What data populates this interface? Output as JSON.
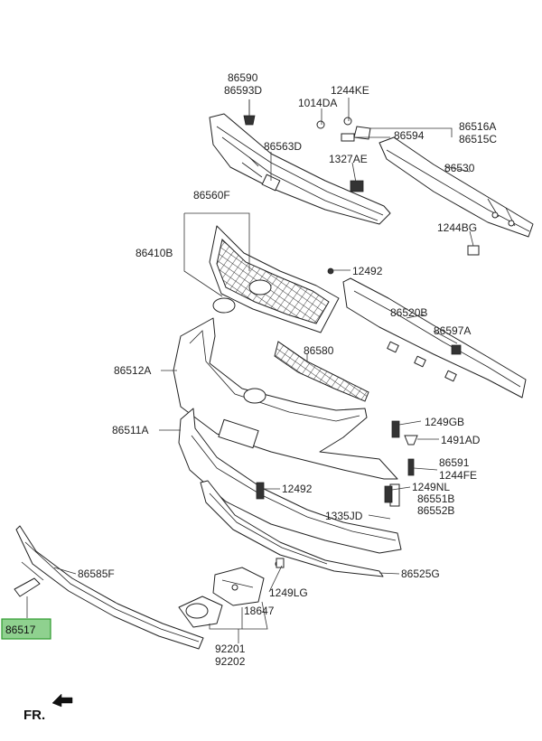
{
  "diagram": {
    "front_marker": "FR.",
    "highlight_color": "#8fd18f",
    "highlight_border": "#2e9b2e",
    "highlighted_part": "86517",
    "labels": {
      "p86590": "86590",
      "p86593D": "86593D",
      "p1244KE": "1244KE",
      "p1014DA": "1014DA",
      "p86516A": "86516A",
      "p86594": "86594",
      "p86515C": "86515C",
      "p86563D": "86563D",
      "p1327AE": "1327AE",
      "p86530": "86530",
      "p86560F": "86560F",
      "p1244BG": "1244BG",
      "p86410B": "86410B",
      "p12492a": "12492",
      "p86520B": "86520B",
      "p86597A": "86597A",
      "p86580": "86580",
      "p86512A": "86512A",
      "p1249GB": "1249GB",
      "p86511A": "86511A",
      "p1491AD": "1491AD",
      "p86591": "86591",
      "p1244FE": "1244FE",
      "p12492b": "12492",
      "p1249NL": "1249NL",
      "p86551B": "86551B",
      "p86552B": "86552B",
      "p1335JD": "1335JD",
      "p86585F": "86585F",
      "p86525G": "86525G",
      "p1249LG": "1249LG",
      "p18647": "18647",
      "p86517": "86517",
      "p92201": "92201",
      "p92202": "92202"
    }
  }
}
